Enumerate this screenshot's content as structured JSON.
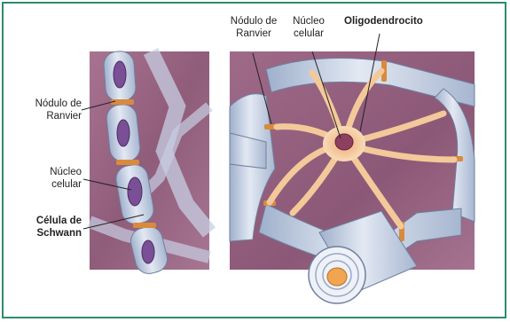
{
  "left_panel": {
    "labels": {
      "node_of_ranvier": "Nódulo de\nRanvier",
      "cell_nucleus": "Núcleo\ncelular",
      "schwann_cell": "Célula de\nSchwann"
    }
  },
  "right_panel": {
    "labels": {
      "node_of_ranvier": "Nódulo de\nRanvier",
      "cell_nucleus": "Núcleo\ncelular",
      "oligodendrocyte": "Oligodendrocito"
    }
  },
  "colors": {
    "frame_border": "#2e8b6d",
    "background_tissue": "#9b6683",
    "myelin": "#c9d4e6",
    "nucleus": "#7a4f95",
    "oligodendrocyte_body": "#f4d2a8",
    "node": "#d98a3c"
  }
}
